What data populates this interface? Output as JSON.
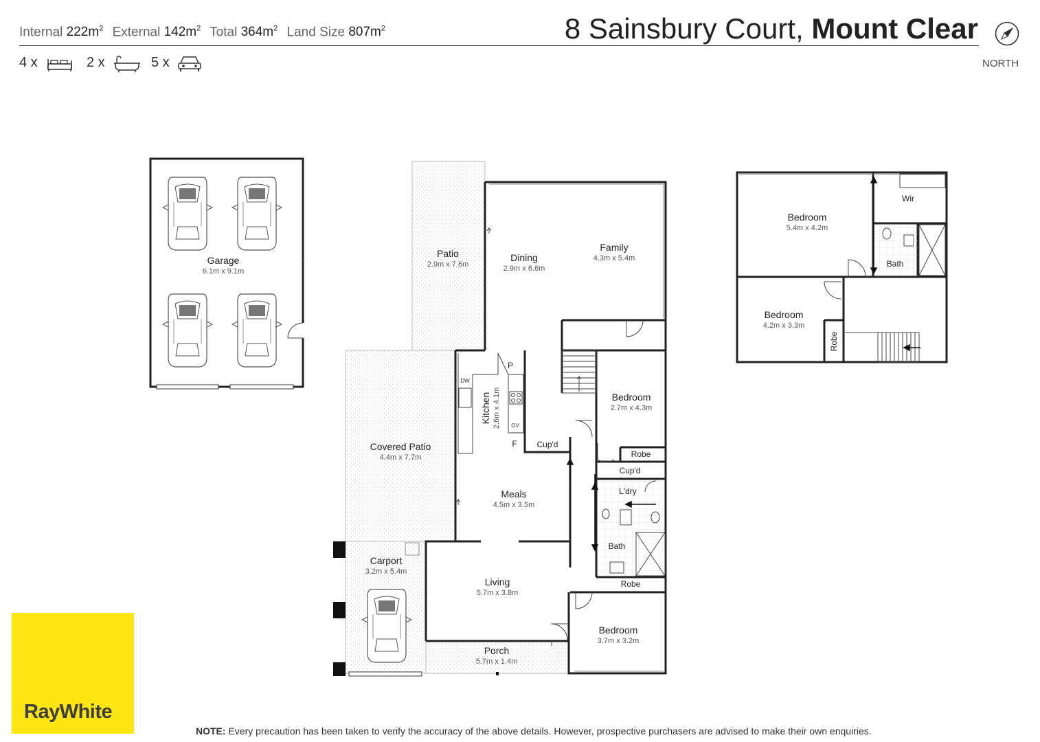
{
  "header": {
    "stats": [
      {
        "label": "Internal",
        "value": "222m",
        "sup": "2"
      },
      {
        "label": "External",
        "value": "142m",
        "sup": "2"
      },
      {
        "label": "Total",
        "value": "364m",
        "sup": "2"
      },
      {
        "label": "Land Size",
        "value": "807m",
        "sup": "2"
      }
    ],
    "address_street": "8 Sainsbury Court,",
    "address_suburb": "Mount Clear",
    "north_label": "NORTH"
  },
  "features": {
    "bedrooms": "4 x",
    "bathrooms": "2 x",
    "car_spaces": "5 x"
  },
  "rooms": {
    "garage": {
      "name": "Garage",
      "dims": "6.1m x 9.1m"
    },
    "patio": {
      "name": "Patio",
      "dims": "2.9m x 7.6m"
    },
    "dining": {
      "name": "Dining",
      "dims": "2.9m x 6.6m"
    },
    "family": {
      "name": "Family",
      "dims": "4.3m x 5.4m"
    },
    "kitchen": {
      "name": "Kitchen",
      "dims": "2.6m x 4.1m"
    },
    "covered_patio": {
      "name": "Covered Patio",
      "dims": "4.4m x 7.7m"
    },
    "bedroom_mid": {
      "name": "Bedroom",
      "dims": "2.7m x 4.3m"
    },
    "meals": {
      "name": "Meals",
      "dims": "4.5m x 3.5m"
    },
    "carport": {
      "name": "Carport",
      "dims": "3.2m x 5.4m"
    },
    "living": {
      "name": "Living",
      "dims": "5.7m x 3.8m"
    },
    "porch": {
      "name": "Porch",
      "dims": "5.7m x 1.4m"
    },
    "bedroom_front": {
      "name": "Bedroom",
      "dims": "3.7m x 3.2m"
    },
    "bedroom_upper1": {
      "name": "Bedroom",
      "dims": "5.4m x 4.2m"
    },
    "bedroom_upper2": {
      "name": "Bedroom",
      "dims": "4.2m x 3.3m"
    }
  },
  "labels": {
    "cupd1": "Cup'd",
    "cupd2": "Cup'd",
    "robe1": "Robe",
    "robe2": "Robe",
    "robe3": "Robe",
    "ldry": "L'dry",
    "bath1": "Bath",
    "bath2": "Bath",
    "wir": "Wir",
    "pantry": "P",
    "fridge": "F",
    "dw": "DW",
    "ov": "OV"
  },
  "brand": {
    "name": "RayWhite",
    "color": "#ffe512"
  },
  "note": {
    "prefix": "NOTE:",
    "text": " Every precaution has been taken to verify the accuracy of the above details. However, prospective purchasers are advised to make their own enquiries."
  },
  "icons": [
    "bed-icon",
    "bath-icon",
    "car-icon",
    "compass-icon"
  ]
}
